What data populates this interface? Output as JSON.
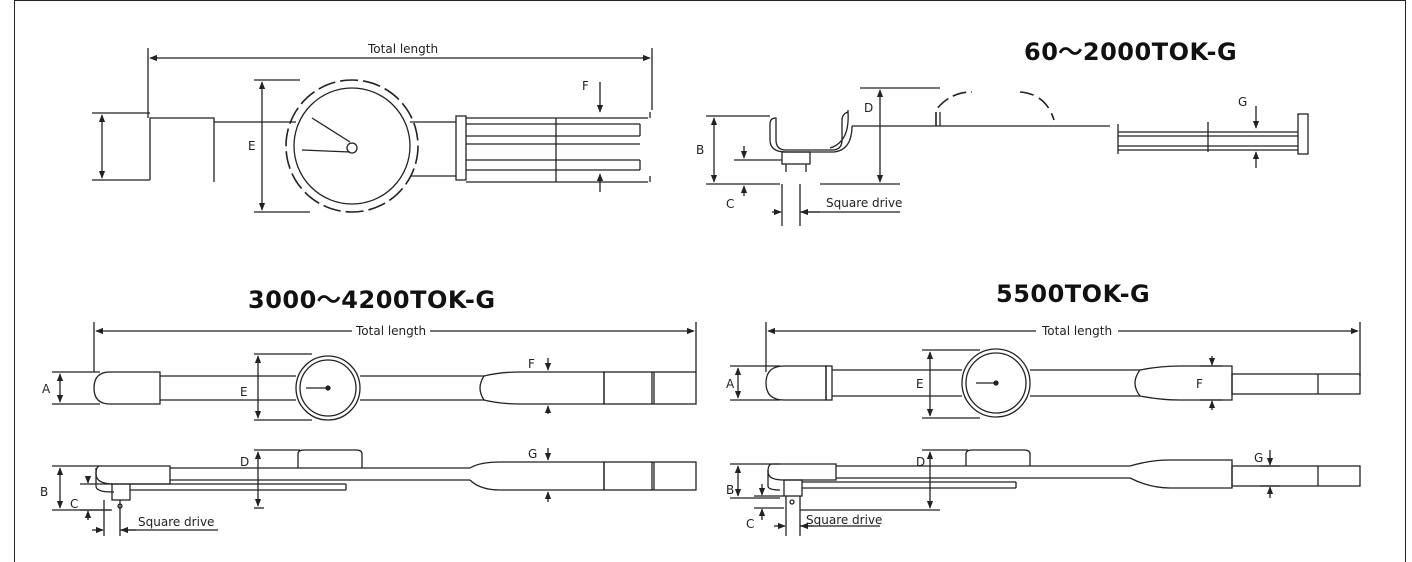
{
  "titles": {
    "top_right": "60～2000TOK-G",
    "bottom_left": "3000～4200TOK-G",
    "bottom_right": "5500TOK-G"
  },
  "labels": {
    "total_length": "Total length",
    "square_drive": "Square drive",
    "A": "A",
    "B": "B",
    "C": "C",
    "D": "D",
    "E": "E",
    "F": "F",
    "G": "G"
  }
}
